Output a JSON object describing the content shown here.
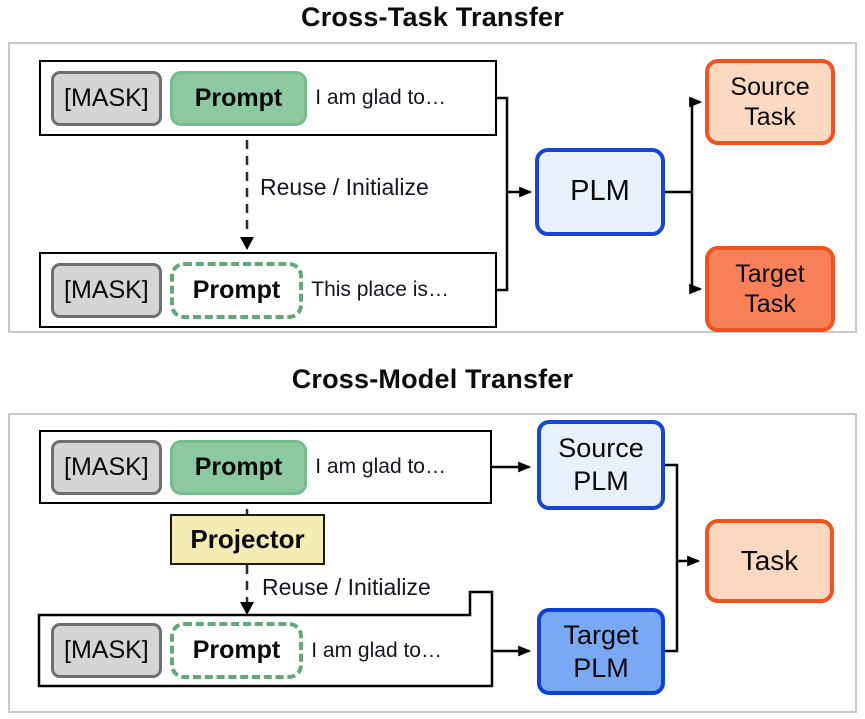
{
  "cross_task": {
    "title": "Cross-Task Transfer",
    "row1": {
      "mask": "[MASK]",
      "prompt": "Prompt",
      "sentence": "I am glad to…"
    },
    "row2": {
      "mask": "[MASK]",
      "prompt": "Prompt",
      "sentence": "This place is…"
    },
    "transfer_label": "Reuse / Initialize",
    "plm": "PLM",
    "source_task": "Source Task",
    "target_task": "Target Task"
  },
  "cross_model": {
    "title": "Cross-Model Transfer",
    "row1": {
      "mask": "[MASK]",
      "prompt": "Prompt",
      "sentence": "I am glad to…"
    },
    "row2": {
      "mask": "[MASK]",
      "prompt": "Prompt",
      "sentence": "I am glad to…"
    },
    "projector": "Projector",
    "transfer_label": "Reuse / Initialize",
    "source_plm": "Source PLM",
    "target_plm": "Target PLM",
    "task": "Task"
  },
  "colors": {
    "prompt_green_fill": "#8cc9a0",
    "prompt_green_border": "#74bd8d",
    "prompt_dashed_green": "#5fa97a",
    "mask_gray_fill": "#d5d5d5",
    "mask_gray_border": "#6f6f6f",
    "plm_light_fill": "#e8f0fb",
    "plm_blue_border": "#1546d9",
    "target_plm_fill": "#79a9f5",
    "task_light_fill": "#fbd9c1",
    "task_orange_border": "#f3511d",
    "target_task_fill": "#f9815a",
    "projector_fill": "#f5ecb4",
    "panel_border": "#c9c9c9"
  }
}
